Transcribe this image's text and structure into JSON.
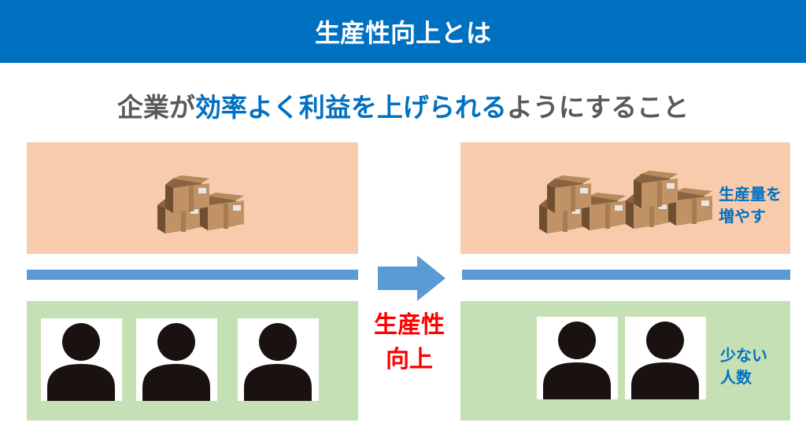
{
  "header": {
    "title": "生産性向上とは"
  },
  "subtitle": {
    "part1": "企業が",
    "highlight": "効率よく利益を上げられる",
    "part2": "ようにすること"
  },
  "center": {
    "line1": "生産性",
    "line2": "向上"
  },
  "right": {
    "production_note_line1": "生産量を",
    "production_note_line2": "増やす",
    "people_note_line1": "少ない",
    "people_note_line2": "人数"
  },
  "colors": {
    "header": "#0070c0",
    "accent_blue": "#0070c0",
    "bar": "#5b9bd5",
    "orange_panel": "#f8cbad",
    "green_panel": "#c5e0b4",
    "red": "#ff0000"
  },
  "icons": {
    "boxes": "cardboard-boxes-icon",
    "person": "person-icon",
    "arrow": "right-arrow-icon"
  }
}
